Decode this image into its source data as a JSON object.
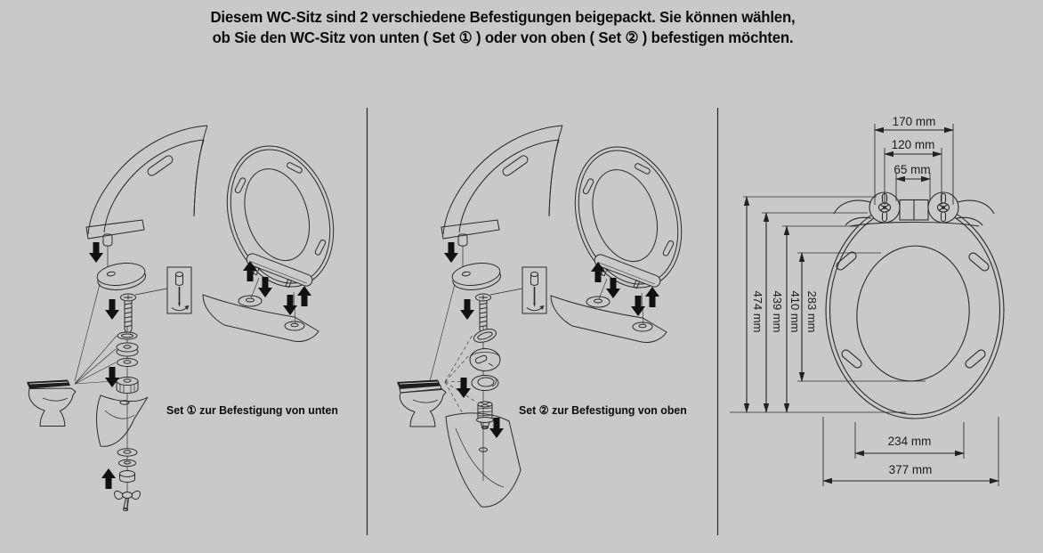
{
  "header": {
    "line1": "Diesem WC-Sitz sind 2 verschiedene Befestigungen beigepackt. Sie können wählen,",
    "line2": "ob Sie den WC-Sitz von unten ( Set ① ) oder von oben ( Set ② ) befestigen möchten."
  },
  "panels": {
    "set1": {
      "set_number": "1",
      "circled": "①",
      "mounting_direction": "von unten",
      "caption": "Set ① zur Befestigung von unten"
    },
    "set2": {
      "set_number": "2",
      "circled": "②",
      "mounting_direction": "von oben",
      "caption": "Set ② zur Befestigung von oben"
    }
  },
  "dimension_drawing": {
    "unit": "mm",
    "top": [
      {
        "label": "170 mm",
        "value": 170
      },
      {
        "label": "120 mm",
        "value": 120
      },
      {
        "label": "65 mm",
        "value": 65
      }
    ],
    "left": [
      {
        "label": "474 mm",
        "value": 474
      },
      {
        "label": "439 mm",
        "value": 439
      },
      {
        "label": "410 mm",
        "value": 410
      },
      {
        "label": "283 mm",
        "value": 283
      }
    ],
    "bottom": [
      {
        "label": "234 mm",
        "value": 234
      },
      {
        "label": "377 mm",
        "value": 377
      }
    ]
  },
  "icons": {
    "screwdriver-icon": "screwdriver with turn arrow",
    "block-arrow-down-icon": "▼",
    "block-arrow-up-icon": "▲",
    "circled-one": "①",
    "circled-two": "②"
  },
  "colors": {
    "background": "#c9c9c9",
    "line_ink": "#2a2a2a",
    "text_ink": "#0d0d0d",
    "arrow_fill": "#111111"
  }
}
